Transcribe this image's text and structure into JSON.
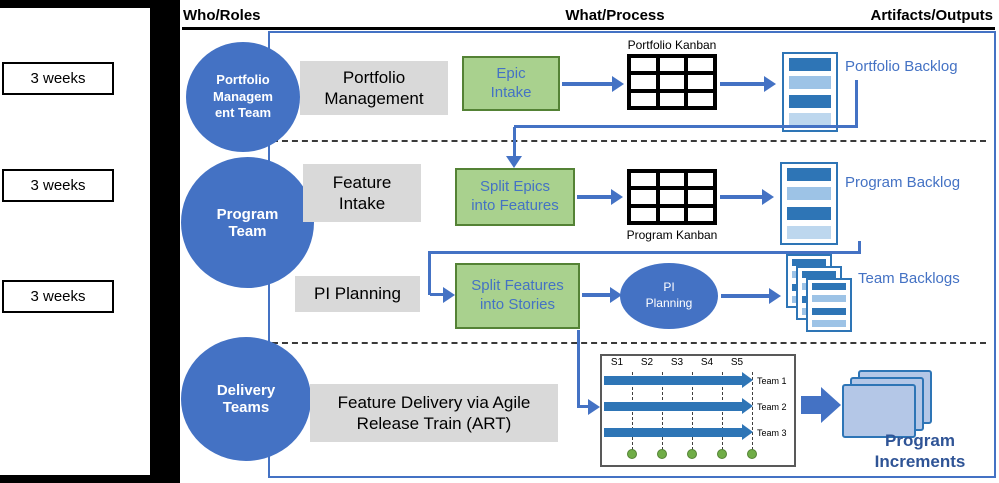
{
  "left_panel": {
    "cadence_labels": [
      "3 weeks",
      "3 weeks",
      "3 weeks"
    ]
  },
  "headers": {
    "who_roles": "Who/Roles",
    "what_process": "What/Process",
    "artifacts_outputs": "Artifacts/Outputs"
  },
  "portfolio_lane": {
    "team": {
      "line1": "Portfolio",
      "line2": "Managem",
      "line3": "ent Team"
    },
    "process_label": "Portfolio Management",
    "epic_intake": "Epic Intake",
    "kanban_label": "Portfolio Kanban",
    "backlog_label": "Portfolio Backlog"
  },
  "program_lane": {
    "team": "Program Team",
    "feature_intake": "Feature Intake",
    "split_epics": "Split Epics into Features",
    "kanban_label": "Program Kanban",
    "backlog_label": "Program Backlog",
    "pi_planning_process": "PI Planning",
    "split_features": "Split Features into Stories",
    "pi_planning_event": "PI Planning",
    "team_backlogs_label": "Team Backlogs"
  },
  "delivery_lane": {
    "team": "Delivery Teams",
    "process_label": "Feature Delivery via Agile Release Train (ART)",
    "sprint_labels": [
      "S1",
      "S2",
      "S3",
      "S4",
      "S5"
    ],
    "team_labels": [
      "Team 1",
      "Team 2",
      "Team 3"
    ],
    "increments_label": "Program Increments"
  },
  "colors": {
    "accent_blue": "#4472C4",
    "green_fill": "#A9D18E",
    "green_border": "#548235",
    "gray_fill": "#D9D9D9",
    "backlog_dark": "#2E75B6",
    "backlog_light": "#9DC3E6",
    "backlog_lighter": "#BDD7EE",
    "page_fill": "#B4C7E7",
    "dot_green": "#70AD47",
    "increments_text": "#2F5496"
  }
}
